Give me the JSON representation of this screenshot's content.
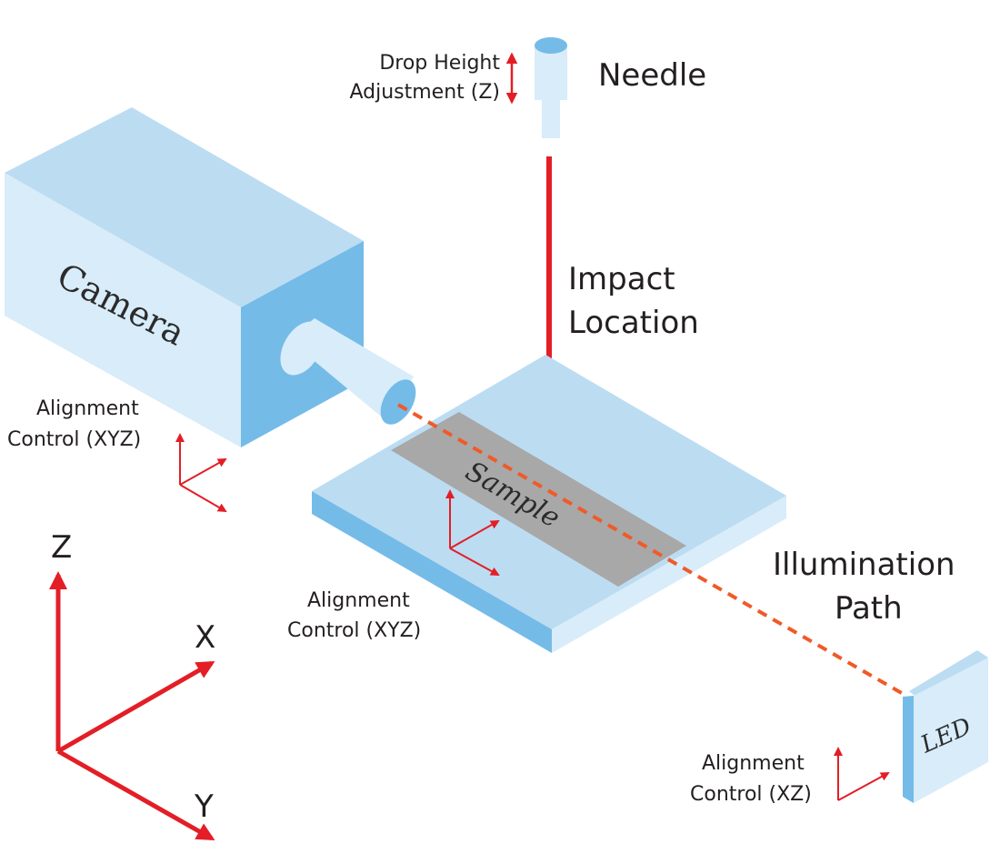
{
  "labels": {
    "needle": "Needle",
    "drop_height_line1": "Drop Height",
    "drop_height_line2": "Adjustment (Z)",
    "impact_line1": "Impact",
    "impact_line2": "Location",
    "camera": "Camera",
    "sample": "Sample",
    "led": "LED",
    "camera_align_line1": "Alignment",
    "camera_align_line2": "Control (XYZ)",
    "stage_align_line1": "Alignment",
    "stage_align_line2": "Control (XYZ)",
    "led_align_line1": "Alignment",
    "led_align_line2": "Control (XZ)",
    "illumination_line1": "Illumination",
    "illumination_line2": "Path",
    "axis_z": "Z",
    "axis_x": "X",
    "axis_y": "Y"
  },
  "colors": {
    "light_blue": "#bcdcf2",
    "pale_blue": "#d8ecf9",
    "mid_blue": "#74bbe8",
    "red_arrow": "#e31e26",
    "illumination_dash": "#f05a28",
    "sample_gray": "#a8a8a8"
  },
  "icons": [
    "needle-icon",
    "camera-icon",
    "led-icon",
    "axis-triad-icon"
  ]
}
